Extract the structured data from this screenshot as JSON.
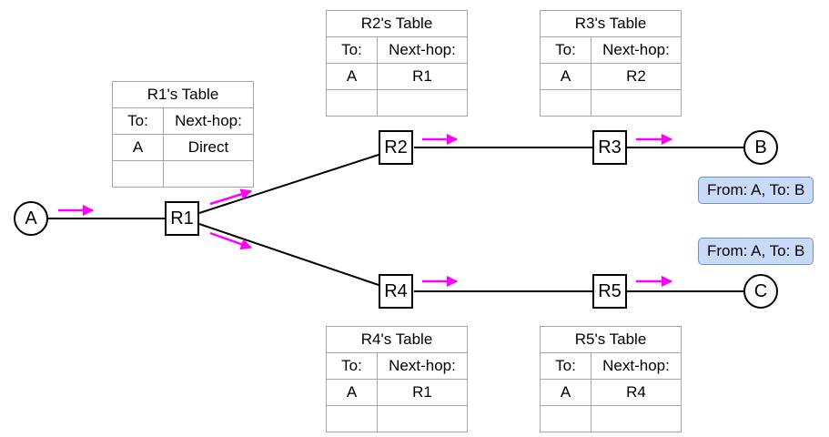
{
  "colors": {
    "arrow": "#ff00ff",
    "packet_fill": "#c9daf8",
    "packet_border": "#6d8fd6",
    "table_border": "#a6a6a6"
  },
  "hosts": {
    "a": "A",
    "b": "B",
    "c": "C"
  },
  "routers": {
    "r1": "R1",
    "r2": "R2",
    "r3": "R3",
    "r4": "R4",
    "r5": "R5"
  },
  "tables": {
    "r1": {
      "title": "R1's Table",
      "col_to": "To:",
      "col_next": "Next-hop:",
      "rows": [
        {
          "to": "A",
          "next": "Direct"
        }
      ]
    },
    "r2": {
      "title": "R2's Table",
      "col_to": "To:",
      "col_next": "Next-hop:",
      "rows": [
        {
          "to": "A",
          "next": "R1"
        }
      ]
    },
    "r3": {
      "title": "R3's Table",
      "col_to": "To:",
      "col_next": "Next-hop:",
      "rows": [
        {
          "to": "A",
          "next": "R2"
        }
      ]
    },
    "r4": {
      "title": "R4's Table",
      "col_to": "To:",
      "col_next": "Next-hop:",
      "rows": [
        {
          "to": "A",
          "next": "R1"
        }
      ]
    },
    "r5": {
      "title": "R5's Table",
      "col_to": "To:",
      "col_next": "Next-hop:",
      "rows": [
        {
          "to": "A",
          "next": "R4"
        }
      ]
    }
  },
  "packets": {
    "to_b": "From: A, To: B",
    "to_c": "From: A, To: B"
  }
}
